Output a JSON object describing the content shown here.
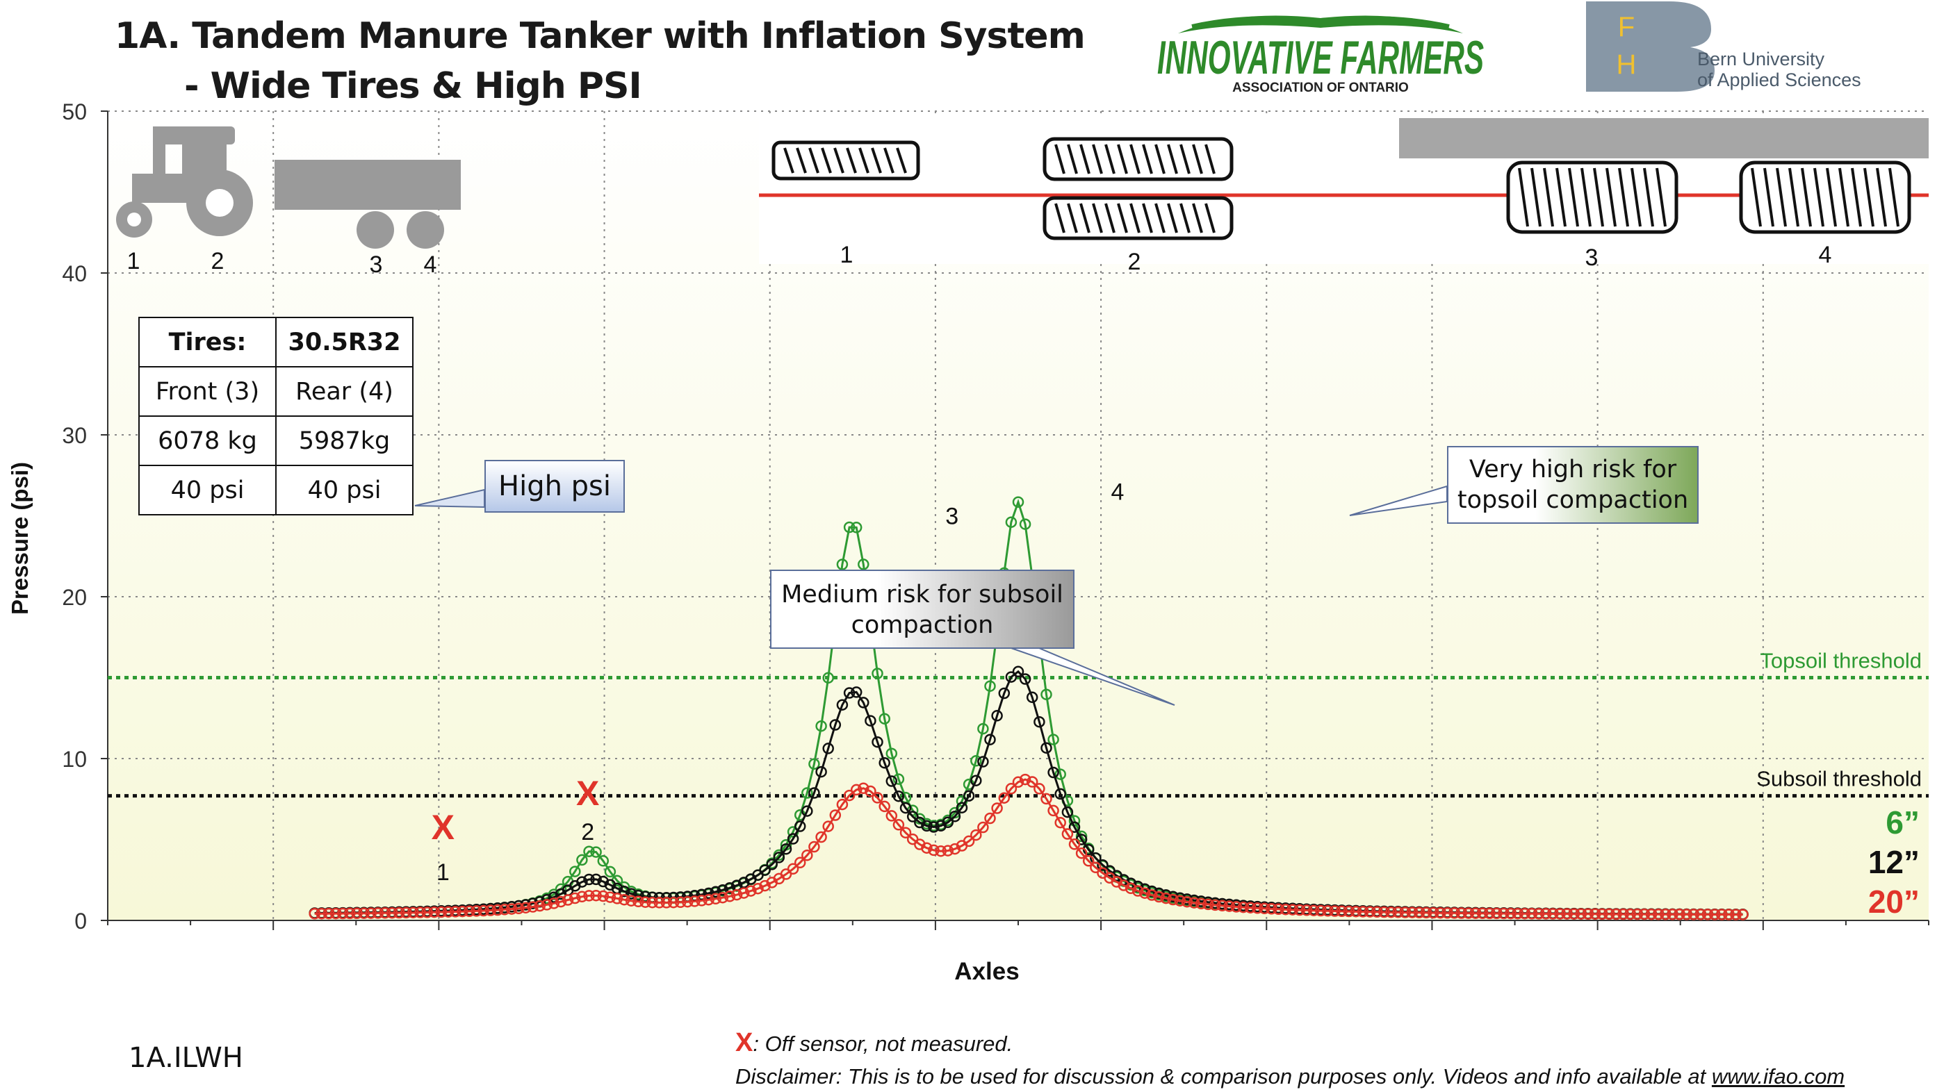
{
  "title": {
    "line1": "1A. Tandem Manure Tanker with Inflation System",
    "line2": "- Wide Tires & High PSI"
  },
  "logos": {
    "ifao_main": "INNOVATIVE FARMERS",
    "ifao_sub": "ASSOCIATION OF ONTARIO",
    "fh_letter1": "F",
    "fh_letter2": "H",
    "bern_line1": "Bern University",
    "bern_line2": "of Applied Sciences"
  },
  "tire_table": {
    "rows": [
      [
        "Tires:",
        "30.5R32"
      ],
      [
        "Front (3)",
        "Rear (4)"
      ],
      [
        "6078 kg",
        "5987kg"
      ],
      [
        "40 psi",
        "40 psi"
      ]
    ]
  },
  "callouts": {
    "high_psi": "High psi",
    "medium_risk": "Medium risk for subsoil compaction",
    "very_high_risk": "Very high risk for topsoil compaction"
  },
  "vehicle_labels": [
    "1",
    "2",
    "3",
    "4"
  ],
  "tire_diagram_labels": [
    "1",
    "2",
    "3",
    "4"
  ],
  "axle_markers": [
    {
      "label": "1",
      "x": 4.05,
      "y": 3.0,
      "mark": "X",
      "mark_y": 5.8
    },
    {
      "label": "2",
      "x": 5.8,
      "y": 5.5,
      "mark": "X",
      "mark_y": 7.9
    },
    {
      "label": "3",
      "x": 10.2,
      "y": 25.0,
      "mark": "",
      "mark_y": 0
    },
    {
      "label": "4",
      "x": 12.2,
      "y": 26.5,
      "mark": "",
      "mark_y": 0
    }
  ],
  "footer": {
    "id": "1A.ILWH",
    "x_mark": "X",
    "note": ": Off sensor, not measured.",
    "disclaimer": "Disclaimer: This is to be used for discussion & comparison purposes only. Videos and info available at ",
    "url": "www.ifao.com"
  },
  "colors": {
    "green": "#2e9a33",
    "black": "#111111",
    "red": "#e0342a",
    "topsoil_line": "#2e9a33",
    "plot_bg_top": "#ffffff",
    "plot_bg_bottom": "#f7f8d8"
  },
  "chart_data": {
    "type": "scatter",
    "title": "",
    "xlabel": "Axles",
    "ylabel": "Pressure (psi)",
    "xlim": [
      0,
      22
    ],
    "ylim": [
      0,
      50
    ],
    "yticks": [
      0,
      10,
      20,
      30,
      40,
      50
    ],
    "grid": true,
    "thresholds": [
      {
        "name": "Topsoil threshold",
        "y": 15.0,
        "color": "#2e9a33"
      },
      {
        "name": "Subsoil threshold",
        "y": 7.7,
        "color": "#111111"
      }
    ],
    "series": [
      {
        "name": "6”",
        "color": "#2e9a33",
        "baseline": 0.3,
        "peaks": [
          {
            "x": 5.85,
            "height": 3.6,
            "width": 0.28
          },
          {
            "x": 9.0,
            "height": 23.5,
            "width": 0.36
          },
          {
            "x": 11.0,
            "height": 24.8,
            "width": 0.36
          }
        ]
      },
      {
        "name": "12”",
        "color": "#111111",
        "baseline": 0.3,
        "peaks": [
          {
            "x": 5.85,
            "height": 1.8,
            "width": 0.4
          },
          {
            "x": 9.0,
            "height": 13.0,
            "width": 0.5
          },
          {
            "x": 11.0,
            "height": 14.3,
            "width": 0.5
          }
        ]
      },
      {
        "name": "20”",
        "color": "#e0342a",
        "baseline": 0.3,
        "peaks": [
          {
            "x": 5.85,
            "height": 0.9,
            "width": 0.5
          },
          {
            "x": 9.1,
            "height": 7.2,
            "width": 0.6
          },
          {
            "x": 11.1,
            "height": 7.8,
            "width": 0.6
          }
        ]
      }
    ],
    "x_start": 2.5,
    "x_end": 19.8
  }
}
